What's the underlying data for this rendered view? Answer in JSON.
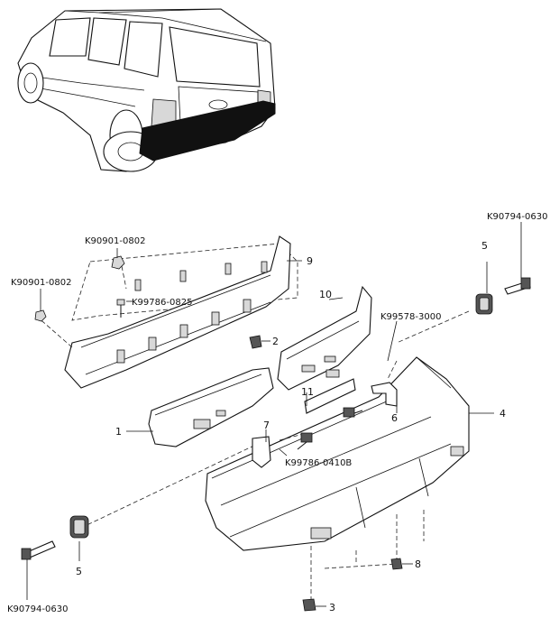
{
  "callouts": {
    "c1": "1",
    "c2": "2",
    "c3": "3",
    "c4": "4",
    "c5a": "5",
    "c5b": "5",
    "c6": "6",
    "c7": "7",
    "c8": "8",
    "c9": "9",
    "c10": "10",
    "c11": "11"
  },
  "part_numbers": {
    "nut_top": "K90901-0802",
    "nut_left": "K90901-0802",
    "screw_upper": "K99786-0825",
    "screw_lower": "K99786-0410B",
    "bracket_plate": "K99578-3000",
    "bolt_right": "K90794-0630",
    "bolt_left": "K90794-0630"
  }
}
